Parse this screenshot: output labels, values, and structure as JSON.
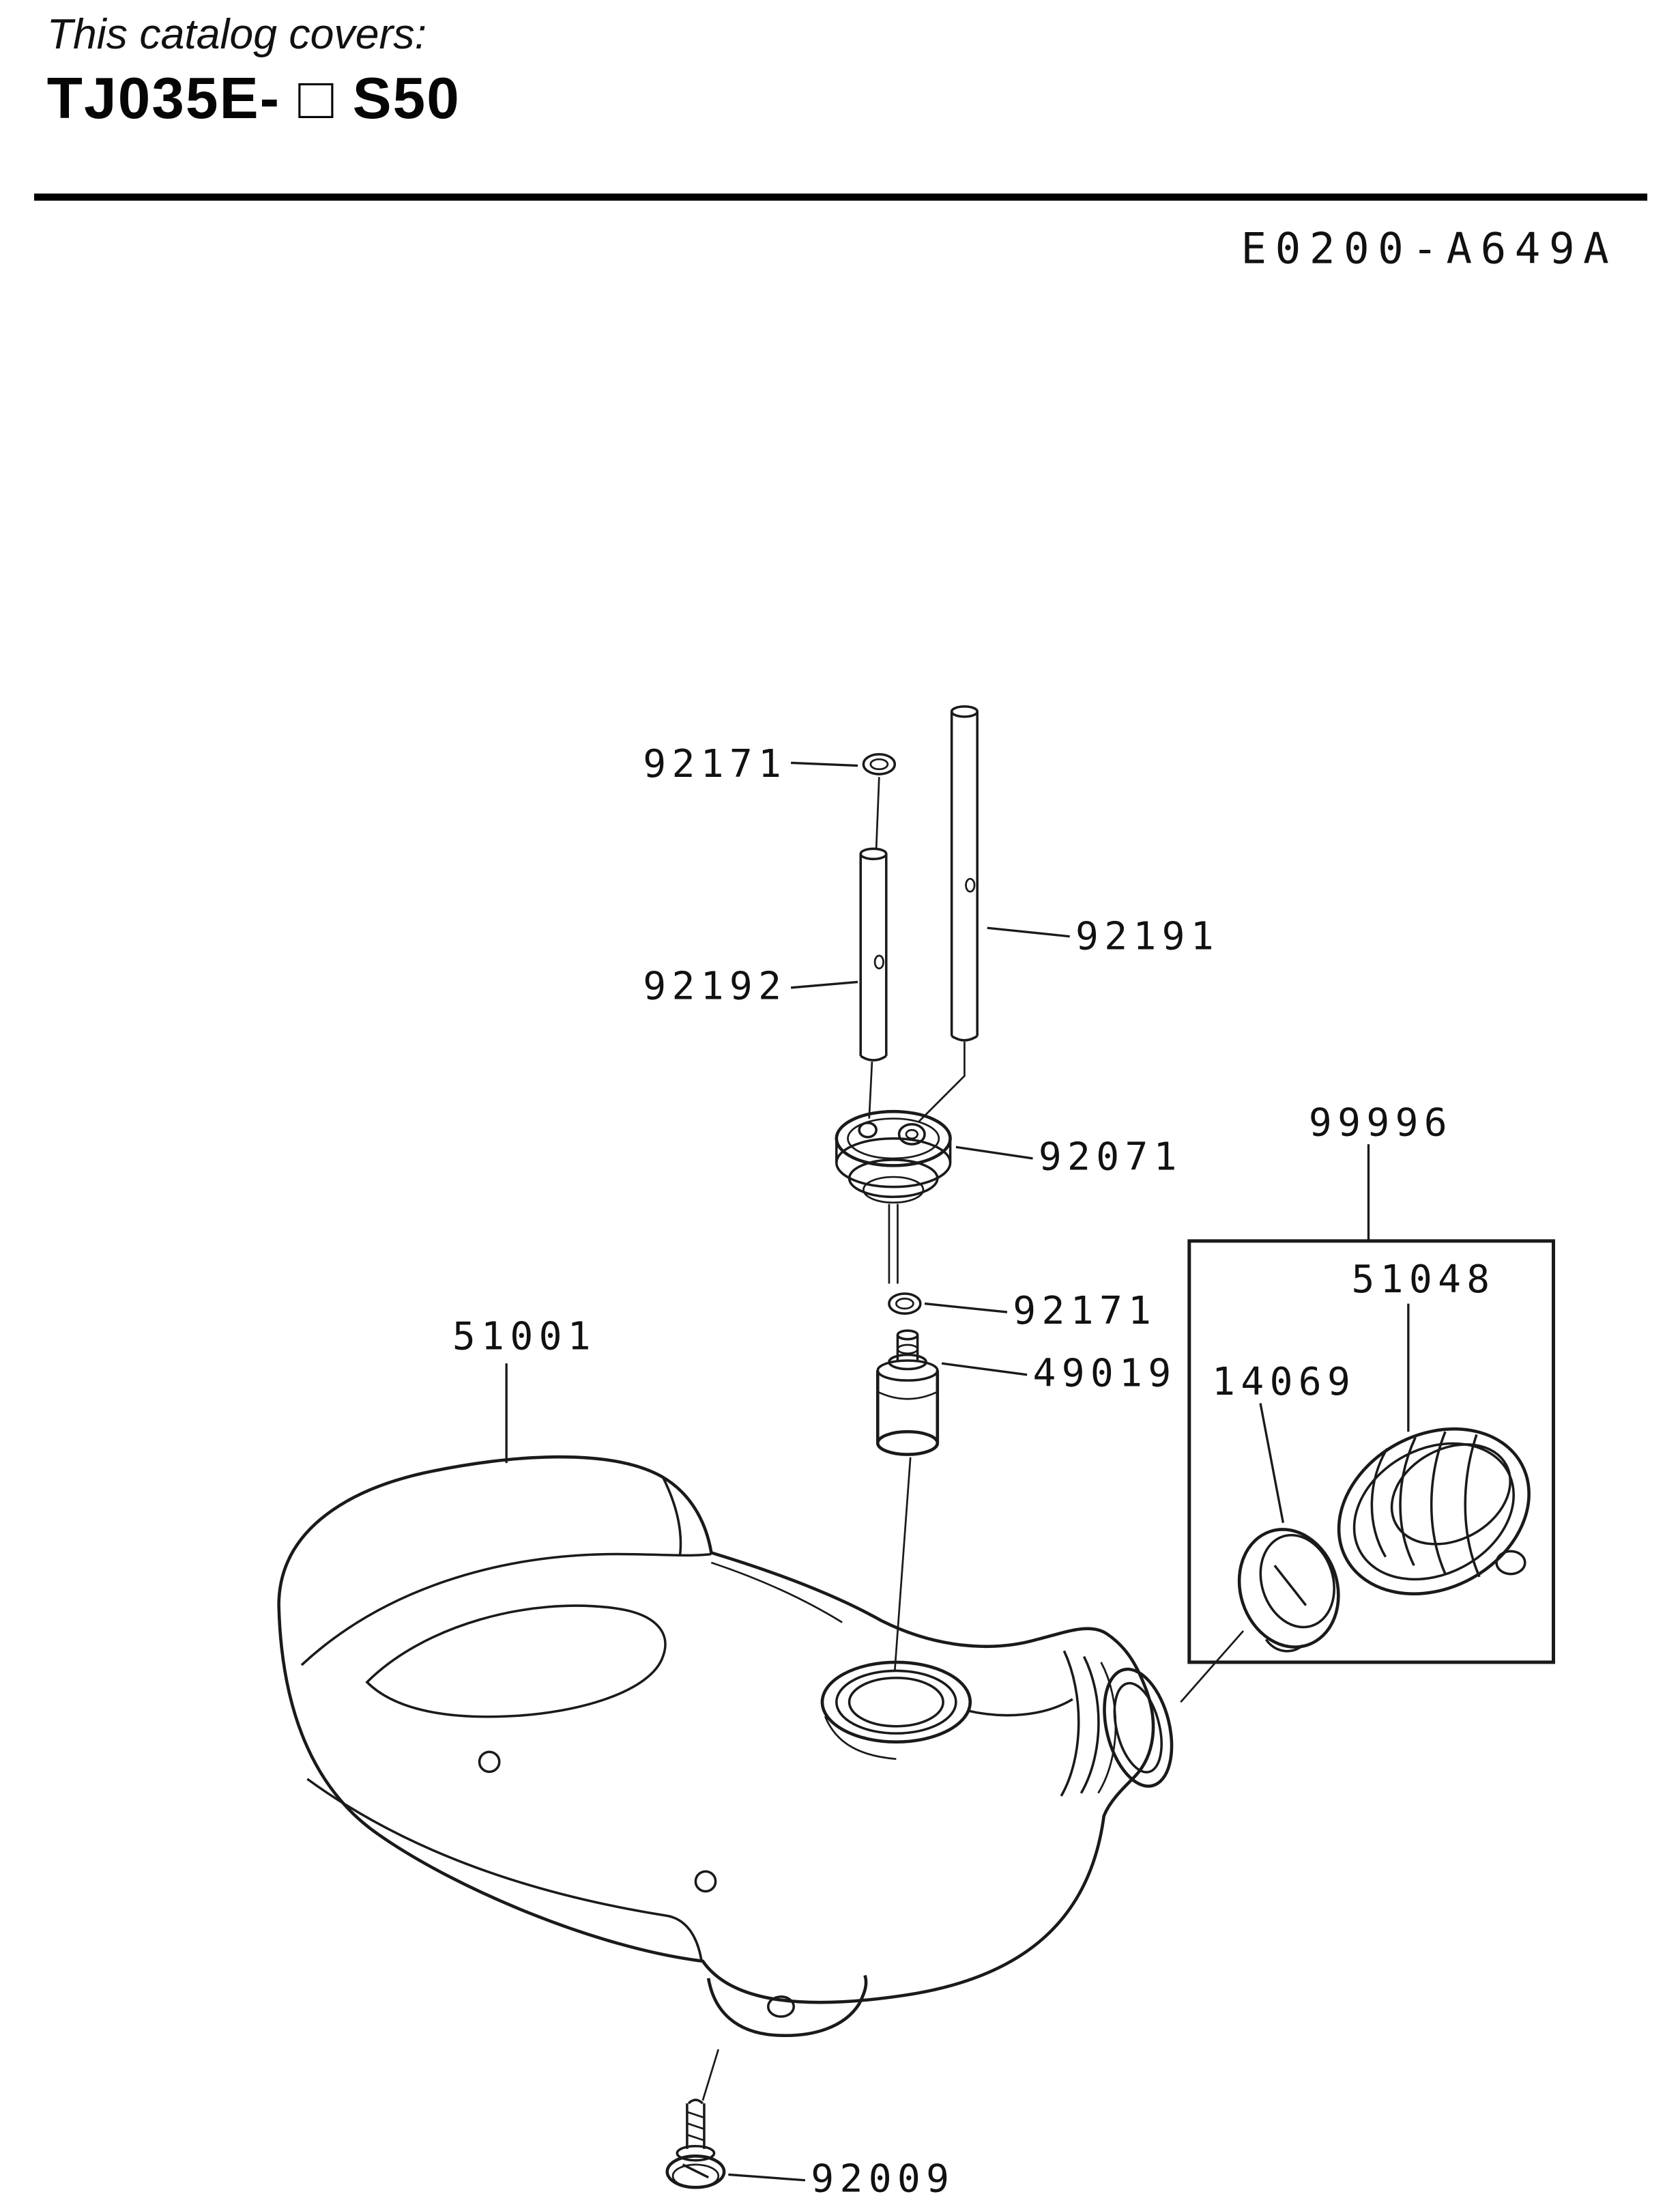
{
  "header": {
    "catalog_note": "This catalog covers:",
    "model": "TJ035E- □ S50",
    "diagram_code": "E0200-A649A"
  },
  "parts": {
    "p92171_top": "92171",
    "p92191": "92191",
    "p92192": "92192",
    "p92071": "92071",
    "p99996": "99996",
    "p51048": "51048",
    "p92171_mid": "92171",
    "p49019": "49019",
    "p14069": "14069",
    "p51001": "51001",
    "p92009": "92009"
  },
  "colors": {
    "ink": "#1a1a1a",
    "background": "#ffffff"
  }
}
